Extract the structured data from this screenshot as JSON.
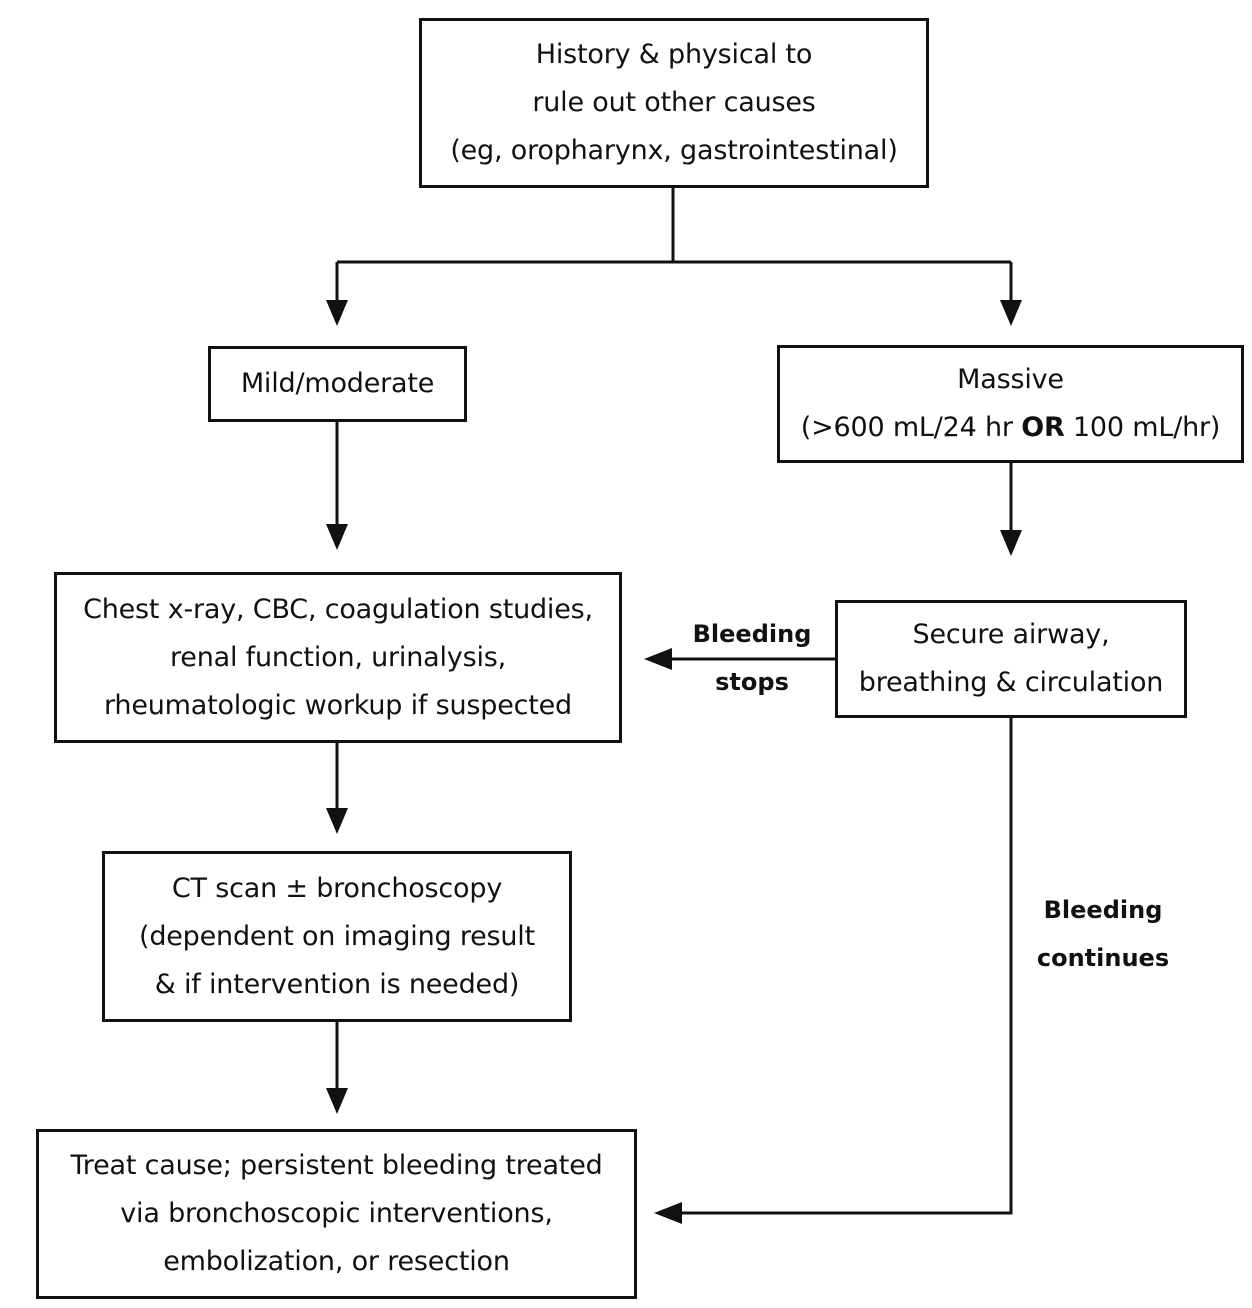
{
  "nodes": {
    "history": {
      "lines": [
        "History & physical to",
        "rule out other causes",
        "(eg, oropharynx, gastrointestinal)"
      ]
    },
    "mild": {
      "lines": [
        "Mild/moderate"
      ]
    },
    "massive": {
      "line1": "Massive",
      "line2_prefix": "(>600 mL/24 hr ",
      "line2_bold": "OR",
      "line2_suffix": " 100 mL/hr)"
    },
    "workup": {
      "lines": [
        "Chest x-ray, CBC, coagulation studies,",
        "renal function, urinalysis,",
        "rheumatologic workup if suspected"
      ]
    },
    "secure": {
      "lines": [
        "Secure airway,",
        "breathing & circulation"
      ]
    },
    "ct": {
      "lines": [
        "CT scan ± bronchoscopy",
        "(dependent on imaging result",
        "& if intervention is needed)"
      ]
    },
    "treat": {
      "lines": [
        "Treat cause; persistent bleeding treated",
        "via bronchoscopic interventions,",
        "embolization, or resection"
      ]
    }
  },
  "edge_labels": {
    "stops": [
      "Bleeding",
      "stops"
    ],
    "continues": [
      "Bleeding",
      "continues"
    ]
  }
}
